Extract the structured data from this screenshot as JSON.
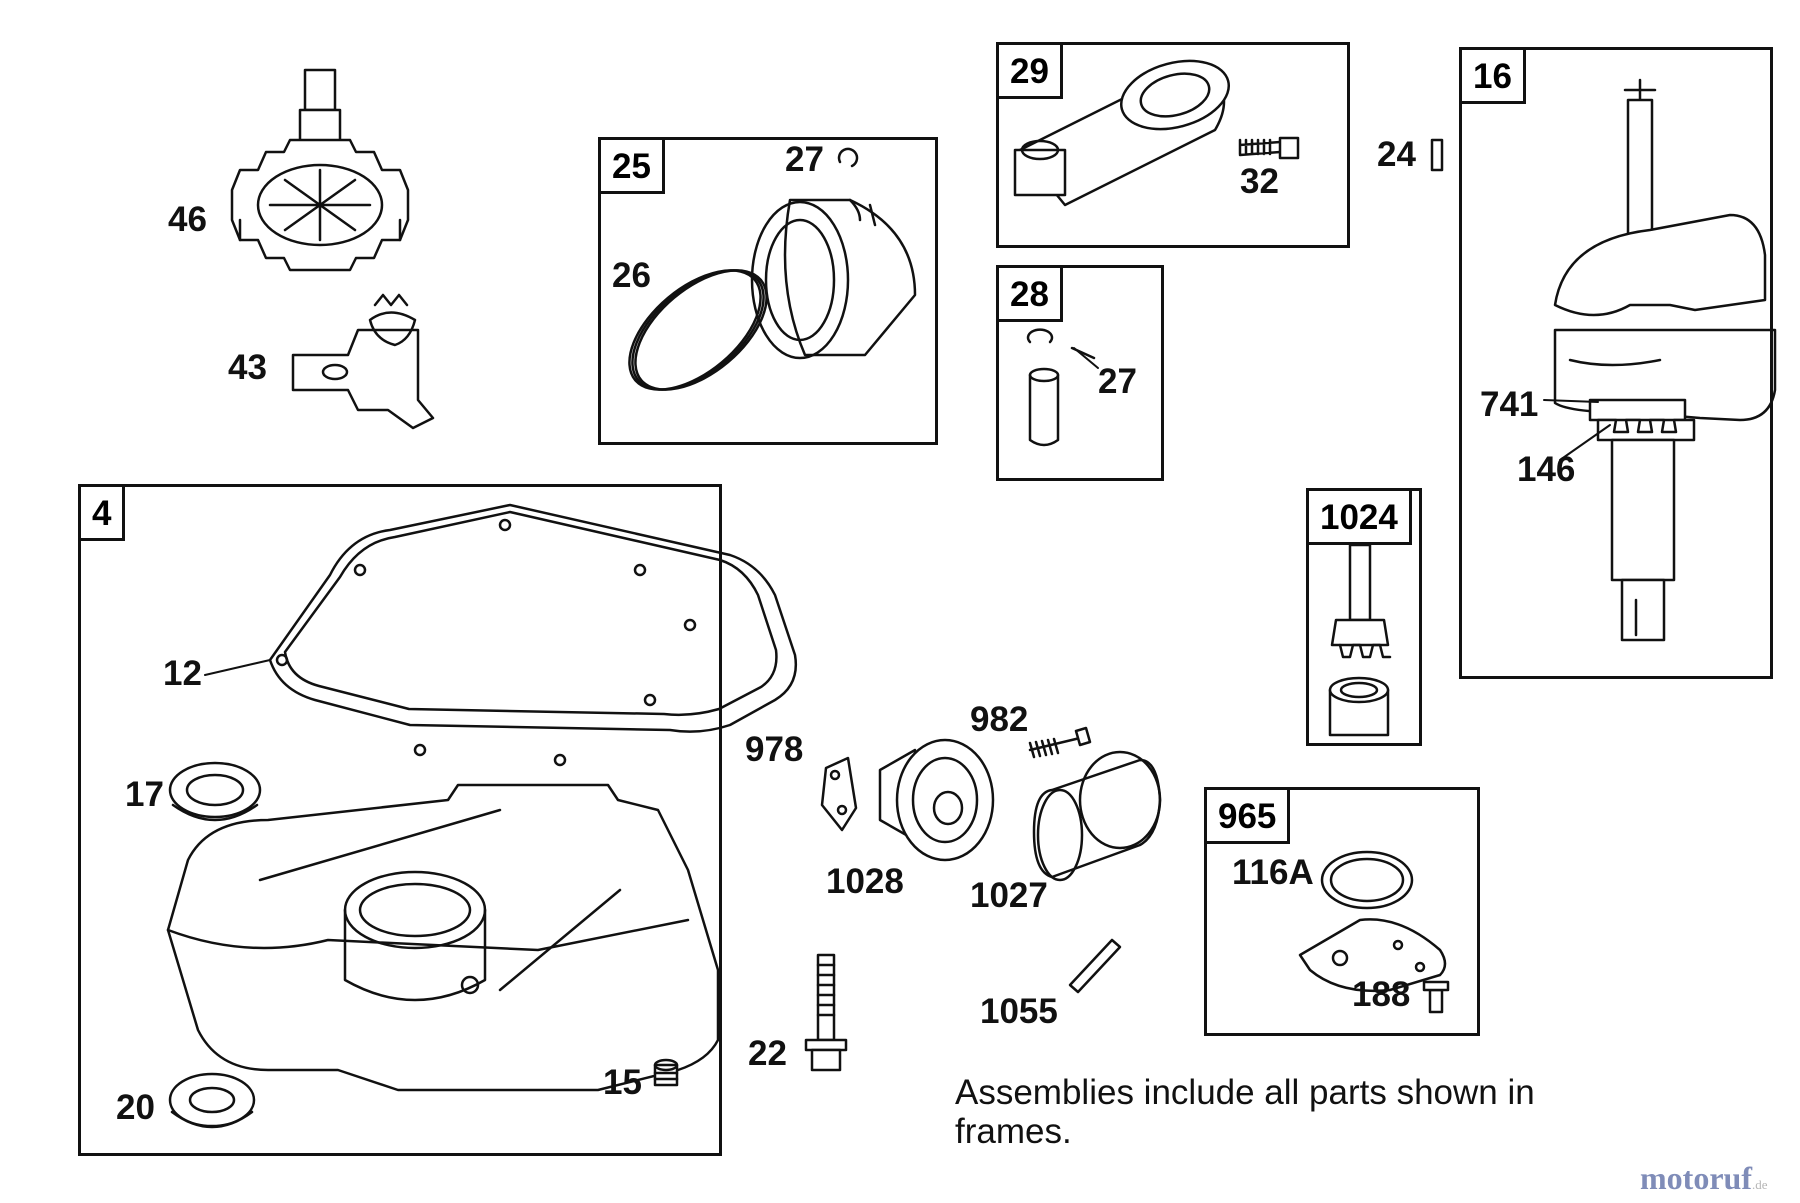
{
  "frames": [
    {
      "id": "frame-4",
      "tag": "4"
    },
    {
      "id": "frame-25",
      "tag": "25"
    },
    {
      "id": "frame-29",
      "tag": "29"
    },
    {
      "id": "frame-28",
      "tag": "28"
    },
    {
      "id": "frame-16",
      "tag": "16"
    },
    {
      "id": "frame-1024",
      "tag": "1024"
    },
    {
      "id": "frame-965",
      "tag": "965"
    }
  ],
  "callouts": {
    "p46": "46",
    "p43": "43",
    "p27a": "27",
    "p26": "26",
    "p32": "32",
    "p27b": "27",
    "p24": "24",
    "p741": "741",
    "p146": "146",
    "p12": "12",
    "p17": "17",
    "p20": "20",
    "p15": "15",
    "p978": "978",
    "p982": "982",
    "p1028": "1028",
    "p1027": "1027",
    "p1055": "1055",
    "p22": "22",
    "p116A": "116A",
    "p188": "188"
  },
  "note": "Assemblies include all parts shown in frames.",
  "watermark": {
    "brand": "motoruf",
    "suffix": ".de"
  }
}
